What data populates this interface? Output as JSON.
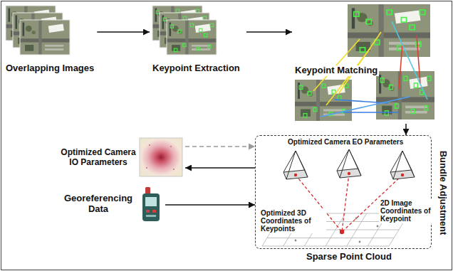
{
  "diagram": {
    "nodes": [
      {
        "text": [
          "Overlapping Images"
        ]
      },
      {
        "text": [
          "Keypoint Extraction"
        ]
      },
      {
        "text": [
          "Keypoint Matching"
        ]
      },
      {
        "text": [
          "Optimized Camera IO Parameters"
        ]
      },
      {
        "text": [
          "Georeferencing Data"
        ]
      },
      {
        "text": [
          "Bundle Adjustment"
        ]
      }
    ],
    "edges": [
      {
        "from": 0,
        "to": 1,
        "arrow": "to"
      },
      {
        "from": 1,
        "to": 2,
        "arrow": "to"
      },
      {
        "from": 2,
        "to": 5,
        "arrow": "to"
      },
      {
        "from": 3,
        "to": 5,
        "arrow": "to"
      },
      {
        "from": 5,
        "to": 3,
        "arrow": "to"
      },
      {
        "from": 4,
        "to": 5,
        "arrow": "to"
      }
    ],
    "labels": [
      "Optimized Camera EO Parameters",
      "2D Image Coordinates of Keypoint",
      "Optimized 3D Coordinates of Keypoints",
      "Sparse Point Cloud"
    ]
  }
}
